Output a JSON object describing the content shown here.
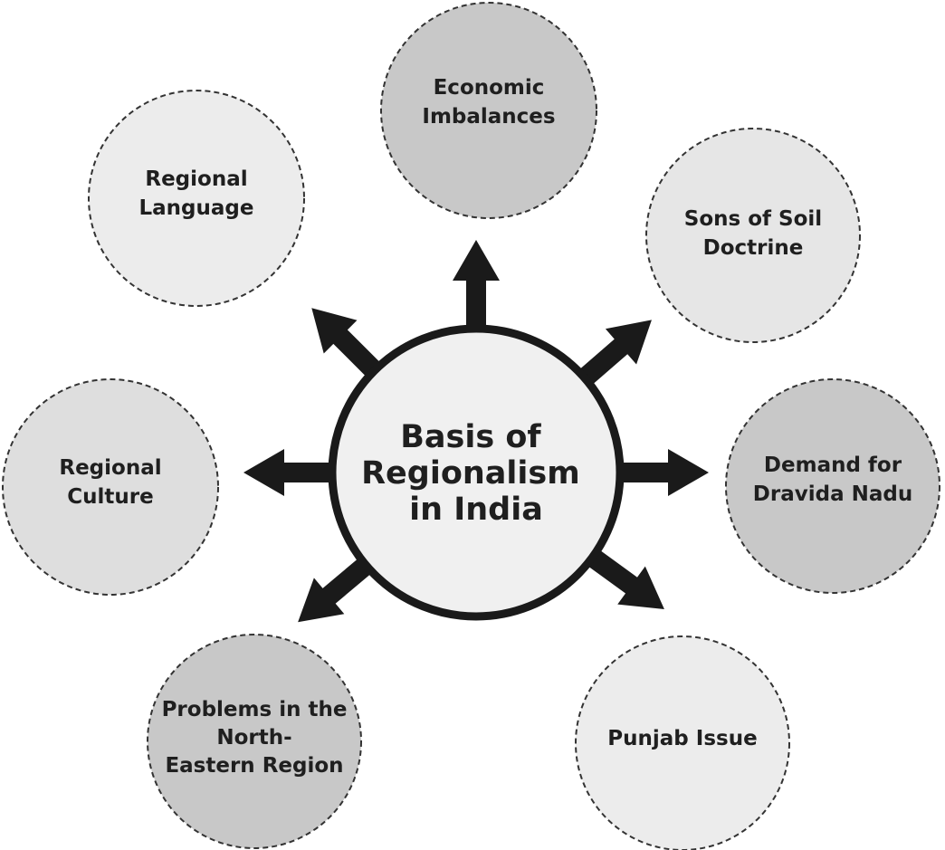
{
  "center": {
    "lines": [
      "Basis of",
      "Regionalism",
      "in India"
    ]
  },
  "nodes": [
    {
      "id": "economic-imbalances",
      "lines": [
        "Economic",
        "Imbalances"
      ],
      "fill": "#c8c8c8"
    },
    {
      "id": "sons-of-soil-doctrine",
      "lines": [
        "Sons of Soil",
        "Doctrine"
      ],
      "fill": "#e6e6e6"
    },
    {
      "id": "demand-for-dravida-nadu",
      "lines": [
        "Demand for",
        "Dravida Nadu"
      ],
      "fill": "#c8c8c8"
    },
    {
      "id": "punjab-issue",
      "lines": [
        "Punjab Issue"
      ],
      "fill": "#ececec"
    },
    {
      "id": "problems-north-eastern-region",
      "lines": [
        "Problems in the",
        "North-",
        "Eastern Region"
      ],
      "fill": "#c8c8c8"
    },
    {
      "id": "regional-culture",
      "lines": [
        "Regional",
        "Culture"
      ],
      "fill": "#dedede"
    },
    {
      "id": "regional-language",
      "lines": [
        "Regional",
        "Language"
      ],
      "fill": "#ececec"
    }
  ],
  "colors": {
    "arrow": "#1a1a1a",
    "center_fill": "#f0f0f0",
    "text": "#1f1f1f"
  }
}
